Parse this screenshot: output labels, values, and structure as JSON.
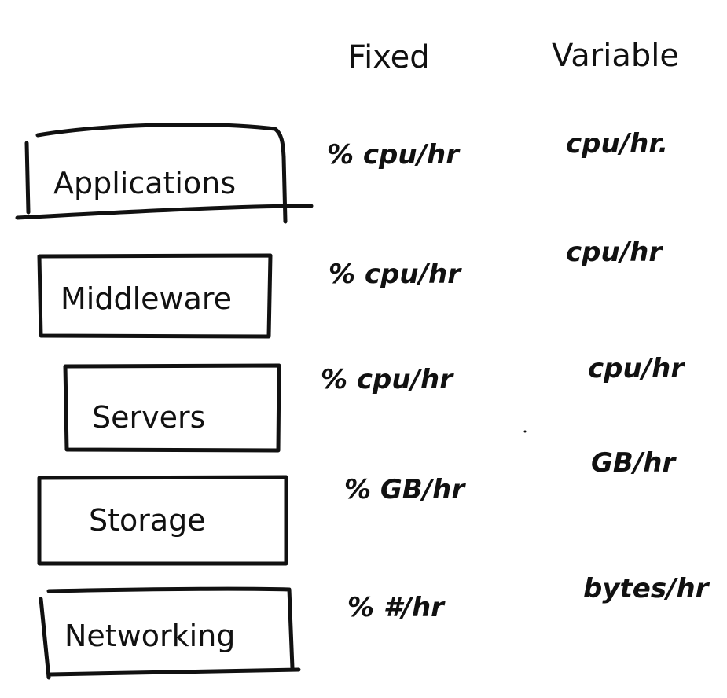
{
  "headers": {
    "fixed": "Fixed",
    "variable": "Variable"
  },
  "layers": [
    {
      "name": "Applications",
      "fixed": "% cpu/hr",
      "variable": "cpu/hr."
    },
    {
      "name": "Middleware",
      "fixed": "% cpu/hr",
      "variable": "cpu/hr"
    },
    {
      "name": "Servers",
      "fixed": "% cpu/hr",
      "variable": "cpu/hr"
    },
    {
      "name": "Storage",
      "fixed": "% GB/hr",
      "variable": "GB/hr"
    },
    {
      "name": "Networking",
      "fixed": "% #/hr",
      "variable": "bytes/hr"
    }
  ],
  "colors": {
    "ink": "#111111",
    "background": "#ffffff"
  }
}
